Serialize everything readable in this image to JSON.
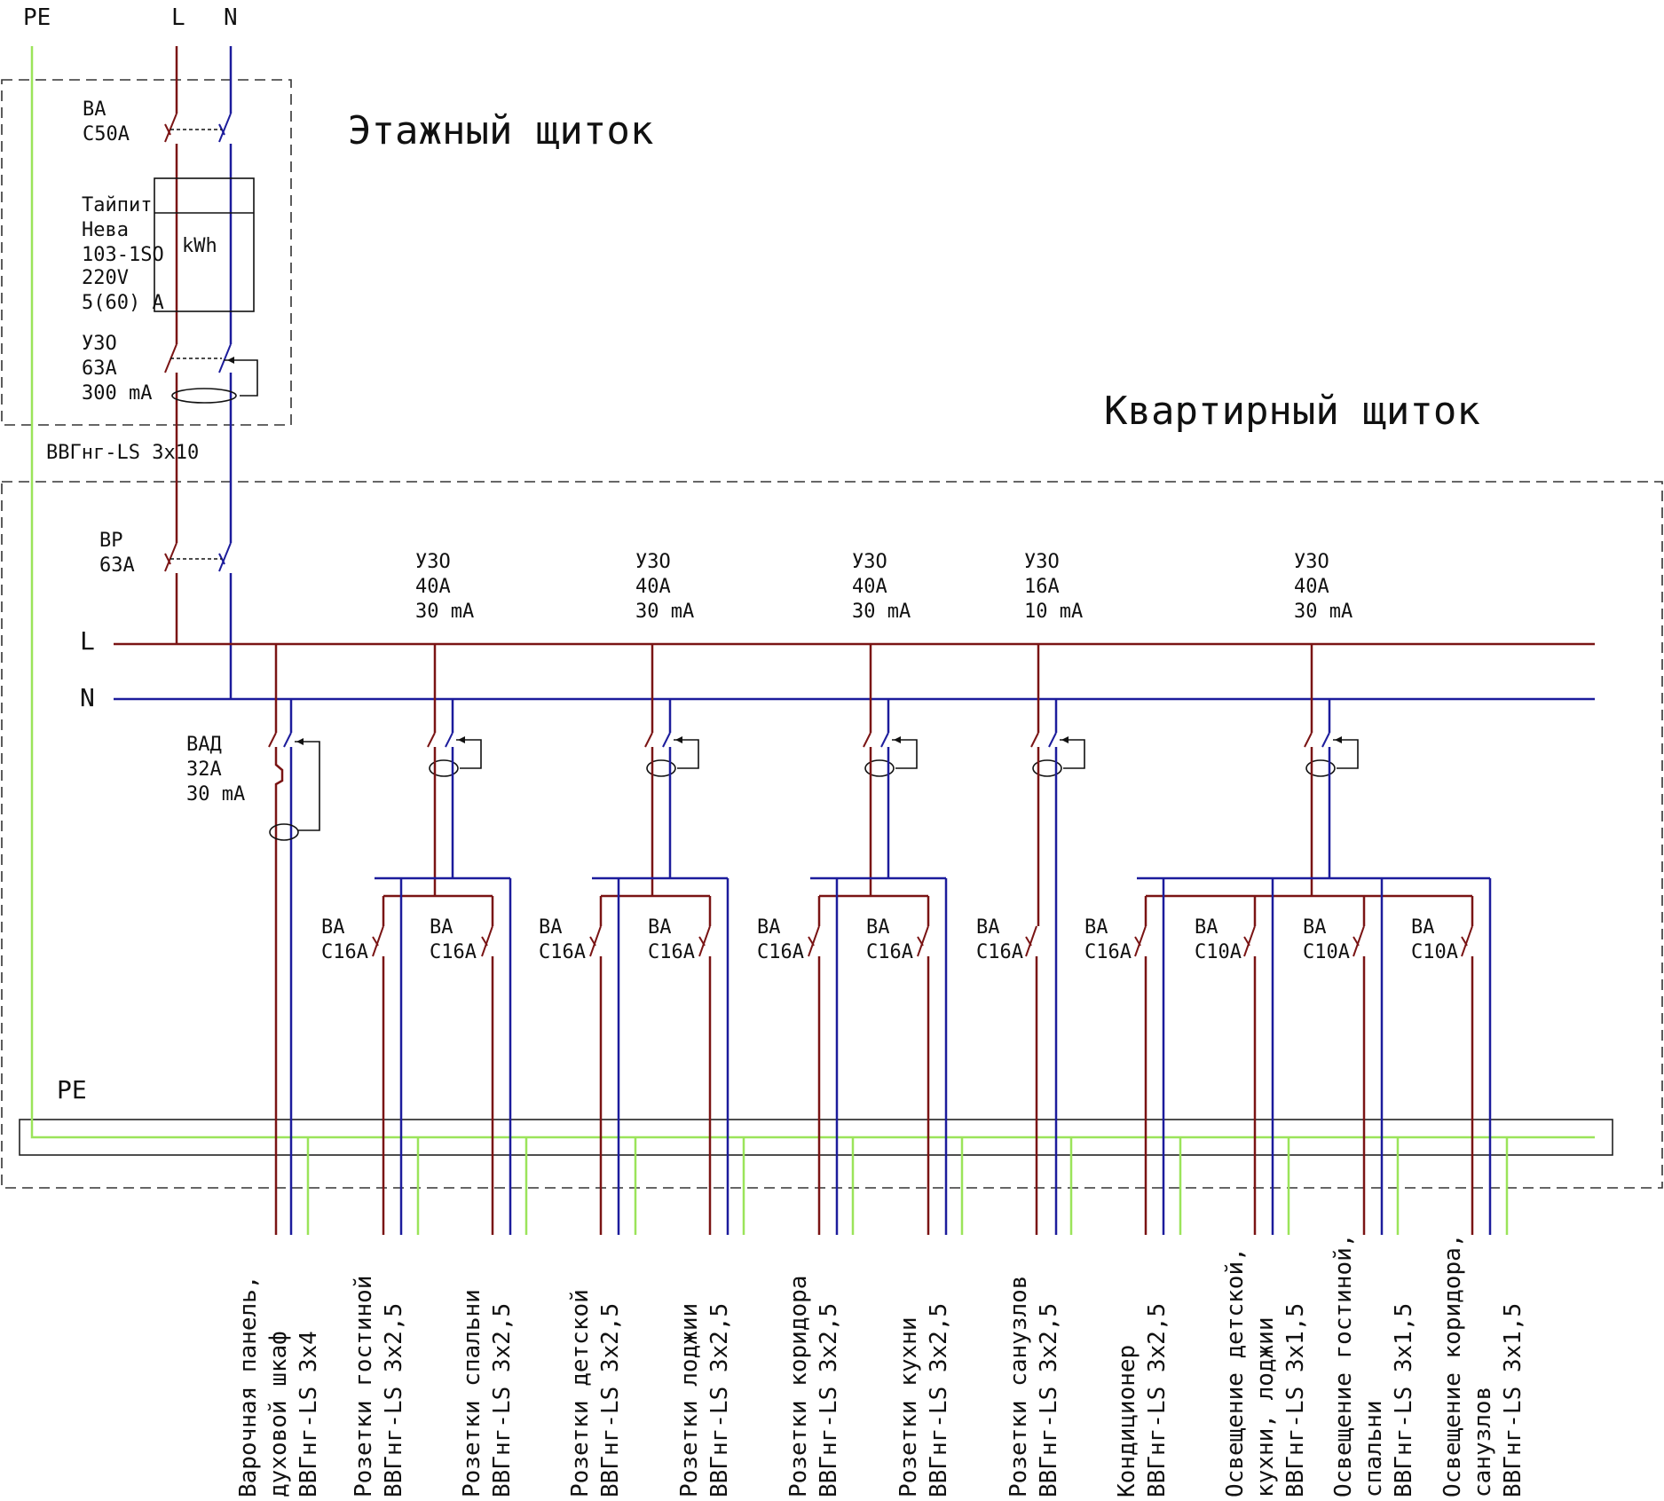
{
  "colors": {
    "phase": "#7a1414",
    "neutral": "#1c1c9c",
    "earth": "#9be45a",
    "frame": "#333333"
  },
  "top_labels": {
    "pe": "PE",
    "l": "L",
    "n": "N"
  },
  "floor_panel": {
    "title": "Этажный щиток",
    "breaker": [
      "ВА",
      "С50А"
    ],
    "meter": [
      "Тайпит",
      "Нева",
      "103-1SO",
      "220V",
      "5(60) A"
    ],
    "meter_unit": "kWh",
    "rcd": [
      "УЗО",
      "63А",
      "300 mA"
    ],
    "cable": "ВВГнг-LS 3х10"
  },
  "apartment_panel": {
    "title": "Квартирный щиток",
    "switch": [
      "ВР",
      "63А"
    ],
    "bus_l": "L",
    "bus_n": "N",
    "pe_bar": "PE",
    "rcbo": [
      "ВАД",
      "32А",
      "30 mA"
    ],
    "rcds": [
      [
        "УЗО",
        "40А",
        "30 mA"
      ],
      [
        "УЗО",
        "40А",
        "30 mA"
      ],
      [
        "УЗО",
        "40А",
        "30 mA"
      ],
      [
        "УЗО",
        "16А",
        "10 mA"
      ],
      [
        "УЗО",
        "40А",
        "30 mA"
      ]
    ],
    "breakers": [
      [
        "ВА",
        "С16А"
      ],
      [
        "ВА",
        "С16А"
      ],
      [
        "ВА",
        "С16А"
      ],
      [
        "ВА",
        "С16А"
      ],
      [
        "ВА",
        "С16А"
      ],
      [
        "ВА",
        "С16А"
      ],
      [
        "ВА",
        "С16А"
      ],
      [
        "ВА",
        "С16А"
      ],
      [
        "ВА",
        "С10А"
      ],
      [
        "ВА",
        "С10А"
      ],
      [
        "ВА",
        "С10А"
      ]
    ]
  },
  "circuits": [
    [
      "Варочная панель,",
      "духовой шкаф",
      "ВВГнг-LS 3х4"
    ],
    [
      "Розетки гостиной",
      "ВВГнг-LS 3х2,5"
    ],
    [
      "Розетки спальни",
      "ВВГнг-LS 3х2,5"
    ],
    [
      "Розетки детской",
      "ВВГнг-LS 3х2,5"
    ],
    [
      "Розетки лоджии",
      "ВВГнг-LS 3х2,5"
    ],
    [
      "Розетки коридора",
      "ВВГнг-LS 3х2,5"
    ],
    [
      "Розетки кухни",
      "ВВГнг-LS 3х2,5"
    ],
    [
      "Розетки санузлов",
      "ВВГнг-LS 3х2,5"
    ],
    [
      "Кондиционер",
      "ВВГнг-LS 3х2,5"
    ],
    [
      "Освещение детской,",
      "кухни, лоджии",
      "ВВГнг-LS 3х1,5"
    ],
    [
      "Освещение гостиной,",
      "спальни",
      "ВВГнг-LS 3х1,5"
    ],
    [
      "Освещение коридора,",
      "санузлов",
      "ВВГнг-LS 3х1,5"
    ]
  ]
}
